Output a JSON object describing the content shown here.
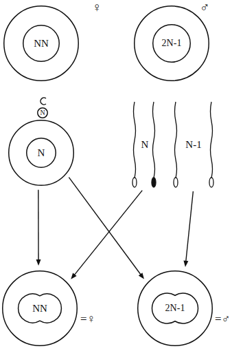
{
  "diagram": {
    "nodes": [
      {
        "text": [
          "♀"
        ]
      },
      {
        "text": [
          "NN"
        ],
        "in": 0
      },
      {
        "text": [
          "♂"
        ]
      },
      {
        "text": [
          "2N-1"
        ],
        "in": 2
      },
      {
        "text": [
          "N"
        ]
      },
      {
        "text": []
      },
      {
        "text": [
          "N"
        ],
        "in": 5
      },
      {
        "text": [
          "N"
        ]
      },
      {
        "text": [
          "N-1"
        ]
      },
      {
        "text": [
          "=♀"
        ]
      },
      {
        "text": [
          "NN"
        ],
        "in": 9
      },
      {
        "text": [
          "=♂"
        ]
      },
      {
        "text": [
          "2N-1"
        ],
        "in": 11
      }
    ],
    "edges": [
      {
        "from": 5,
        "to": 9,
        "arrow": "to"
      },
      {
        "from": 5,
        "to": 11,
        "arrow": "to"
      },
      {
        "from": 7,
        "to": 9,
        "arrow": "to"
      },
      {
        "from": 8,
        "to": 11,
        "arrow": "to"
      }
    ]
  }
}
